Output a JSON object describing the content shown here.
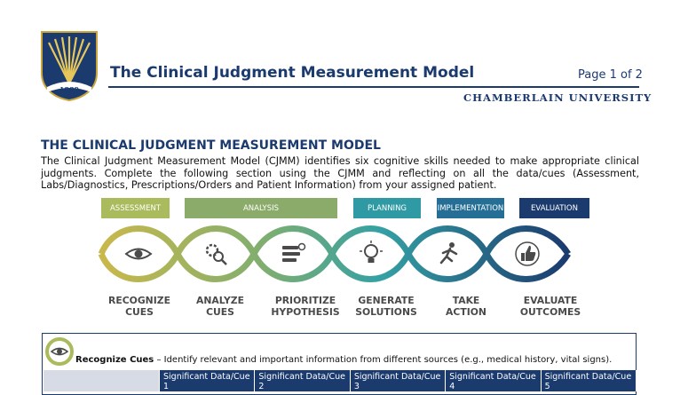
{
  "header": {
    "logo_year": "1889",
    "title": "The Clinical Judgment Measurement Model",
    "page": "Page 1 of 2",
    "university": "CHAMBERLAIN UNIVERSITY"
  },
  "section": {
    "title": "THE CLINICAL JUDGMENT MEASUREMENT MODEL",
    "intro": "The Clinical Judgment Measurement Model (CJMM) identifies six cognitive skills needed to make appropriate clinical judgments. Complete the following section using the CJMM and reflecting on all the data/cues (Assessment, Labs/Diagnostics, Prescriptions/Orders and Patient Information) from your assigned patient."
  },
  "phases": [
    {
      "label": "ASSESSMENT",
      "color": "#a9bb5c"
    },
    {
      "label": "ANALYSIS",
      "color": "#8bab6a"
    },
    {
      "label": "PLANNING",
      "color": "#2f9aa3"
    },
    {
      "label": "IMPLEMENTATION",
      "color": "#256f96"
    },
    {
      "label": "EVALUATION",
      "color": "#1b3a6e"
    }
  ],
  "steps": [
    {
      "line1": "RECOGNIZE",
      "line2": "CUES",
      "icon": "eye-icon",
      "color": "#c9b84b"
    },
    {
      "line1": "ANALYZE",
      "line2": "CUES",
      "icon": "gears-magnifier-icon",
      "color": "#8cae68"
    },
    {
      "line1": "PRIORITIZE",
      "line2": "HYPOTHESIS",
      "icon": "priority-list-icon",
      "color": "#5fa88a"
    },
    {
      "line1": "GENERATE",
      "line2": "SOLUTIONS",
      "icon": "lightbulb-icon",
      "color": "#34a0a4"
    },
    {
      "line1": "TAKE",
      "line2": "ACTION",
      "icon": "running-person-icon",
      "color": "#2a7aa0"
    },
    {
      "line1": "EVALUATE",
      "line2": "OUTCOMES",
      "icon": "thumbs-up-icon",
      "color": "#1e4a82"
    }
  ],
  "recognize": {
    "title": "Recognize Cues",
    "desc": " – Identify relevant and important information from different sources (e.g., medical history, vital signs)."
  },
  "table": {
    "headers": [
      "Significant Data/Cue 1",
      "Significant Data/Cue 2",
      "Significant Data/Cue 3",
      "Significant Data/Cue 4",
      "Significant Data/Cue 5"
    ]
  }
}
